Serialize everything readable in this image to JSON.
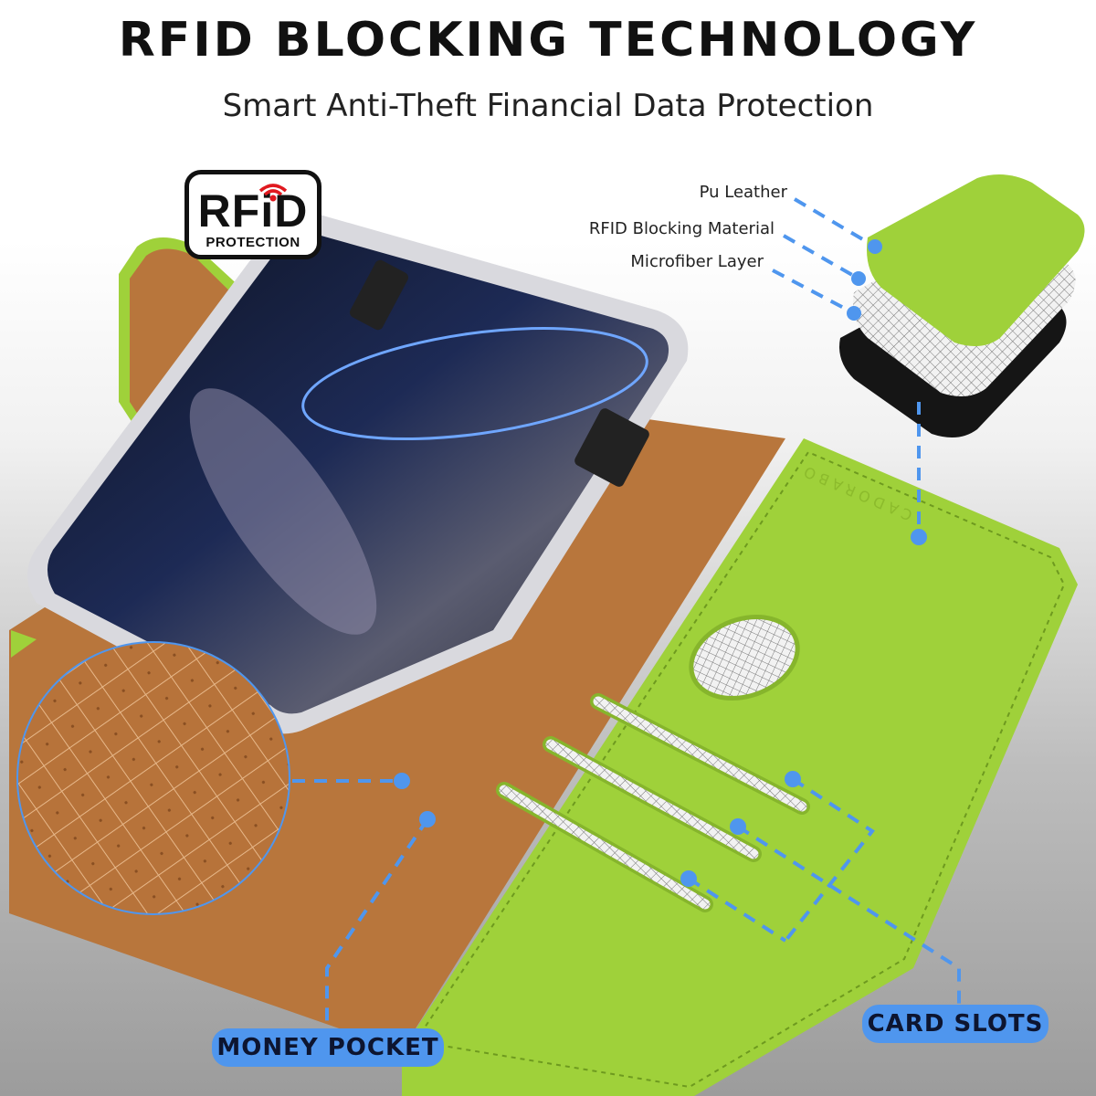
{
  "header": {
    "title": "RFID BLOCKING TECHNOLOGY",
    "subtitle": "Smart Anti-Theft Financial Data Protection"
  },
  "badge": {
    "icon": "wifi-signal-icon",
    "main_text": "RFiD",
    "sub_text": "PROTECTION",
    "signal_color": "#e0191f"
  },
  "layers": [
    {
      "label": "Pu Leather",
      "color": "#9acd32"
    },
    {
      "label": "RFID Blocking Material",
      "color": "#d8d8d8"
    },
    {
      "label": "Microfiber Layer",
      "color": "#151515"
    }
  ],
  "callouts": {
    "money_pocket": "MONEY POCKET",
    "card_slots": "CARD SLOTS"
  },
  "wallet": {
    "brand_emboss": "CADORABO",
    "leather_color": "#9fd13a",
    "interior_color": "#b9773d"
  },
  "colors": {
    "accent": "#4f96ee",
    "text": "#111111"
  }
}
